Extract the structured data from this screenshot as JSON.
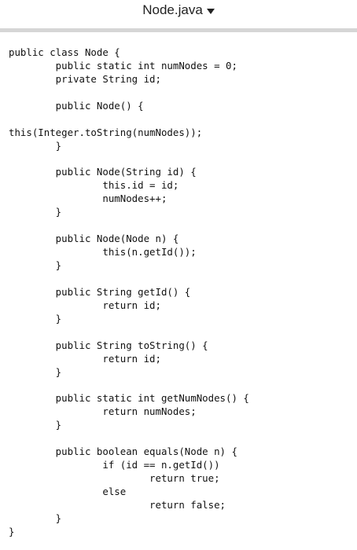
{
  "header": {
    "file_name": "Node.java",
    "dropdown_icon": "chevron-down-icon"
  },
  "code": {
    "lines": [
      "public class Node {",
      "        public static int numNodes = 0;",
      "        private String id;",
      "",
      "        public Node() {",
      "",
      "this(Integer.toString(numNodes));",
      "        }",
      "",
      "        public Node(String id) {",
      "                this.id = id;",
      "                numNodes++;",
      "        }",
      "",
      "        public Node(Node n) {",
      "                this(n.getId());",
      "        }",
      "",
      "        public String getId() {",
      "                return id;",
      "        }",
      "",
      "        public String toString() {",
      "                return id;",
      "        }",
      "",
      "        public static int getNumNodes() {",
      "                return numNodes;",
      "        }",
      "",
      "        public boolean equals(Node n) {",
      "                if (id == n.getId())",
      "                        return true;",
      "                else",
      "                        return false;",
      "        }",
      "}"
    ]
  }
}
